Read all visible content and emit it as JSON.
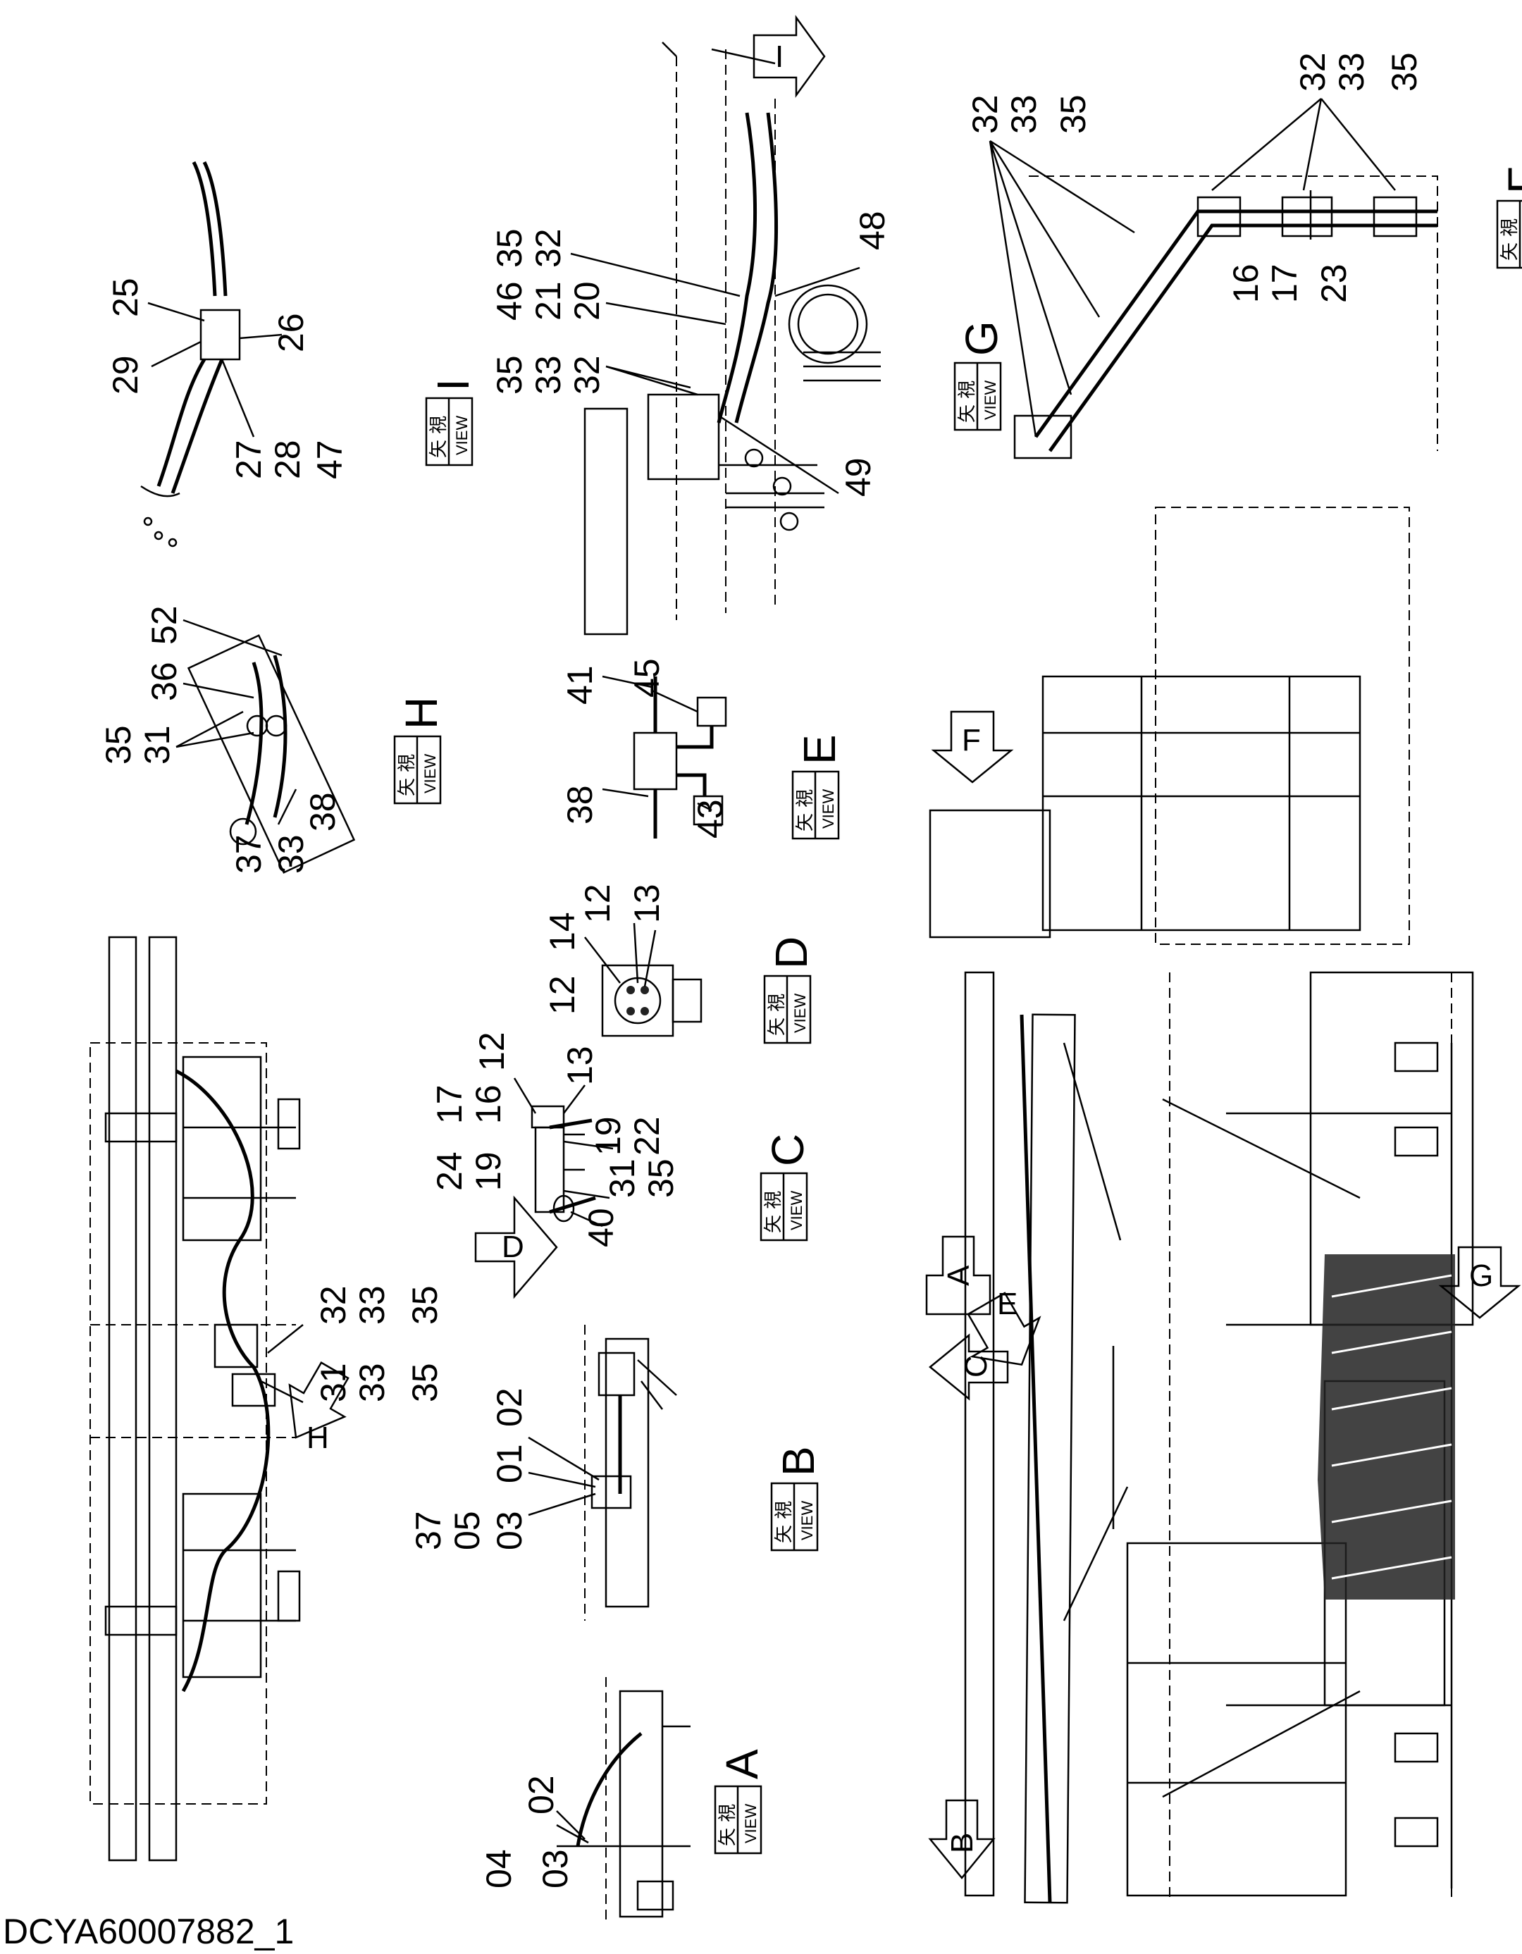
{
  "document_id": "DCYA60007882_1",
  "view_label": {
    "jp": "矢 視",
    "en": "VIEW"
  },
  "views": [
    {
      "letter": "A",
      "callouts": [
        "04",
        "03",
        "02"
      ]
    },
    {
      "letter": "B",
      "callouts": [
        "37",
        "05",
        "03",
        "01",
        "02"
      ]
    },
    {
      "letter": "C",
      "callouts": [
        "24",
        "19",
        "17",
        "16",
        "12",
        "13",
        "19",
        "22",
        "31",
        "35",
        "40"
      ]
    },
    {
      "letter": "D",
      "callouts": [
        "12",
        "14",
        "12",
        "13"
      ]
    },
    {
      "letter": "E",
      "callouts": [
        "38",
        "41",
        "45",
        "43"
      ]
    },
    {
      "letter": "F",
      "callouts": [
        "32",
        "33",
        "35",
        "32",
        "33",
        "35",
        "16",
        "17",
        "23"
      ]
    },
    {
      "letter": "G",
      "callouts": [
        "35",
        "33",
        "32",
        "46",
        "21",
        "20",
        "35",
        "32",
        "48",
        "49"
      ]
    },
    {
      "letter": "H",
      "callouts": [
        "35",
        "31",
        "36",
        "52",
        "37",
        "33",
        "38"
      ]
    },
    {
      "letter": "I",
      "callouts": [
        "29",
        "25",
        "26",
        "27",
        "28",
        "47"
      ]
    }
  ],
  "main_callouts": [
    "32",
    "33",
    "35",
    "31",
    "33",
    "35"
  ],
  "section_arrows": [
    "H",
    "D",
    "C",
    "A",
    "E",
    "B",
    "G",
    "F",
    "I"
  ]
}
